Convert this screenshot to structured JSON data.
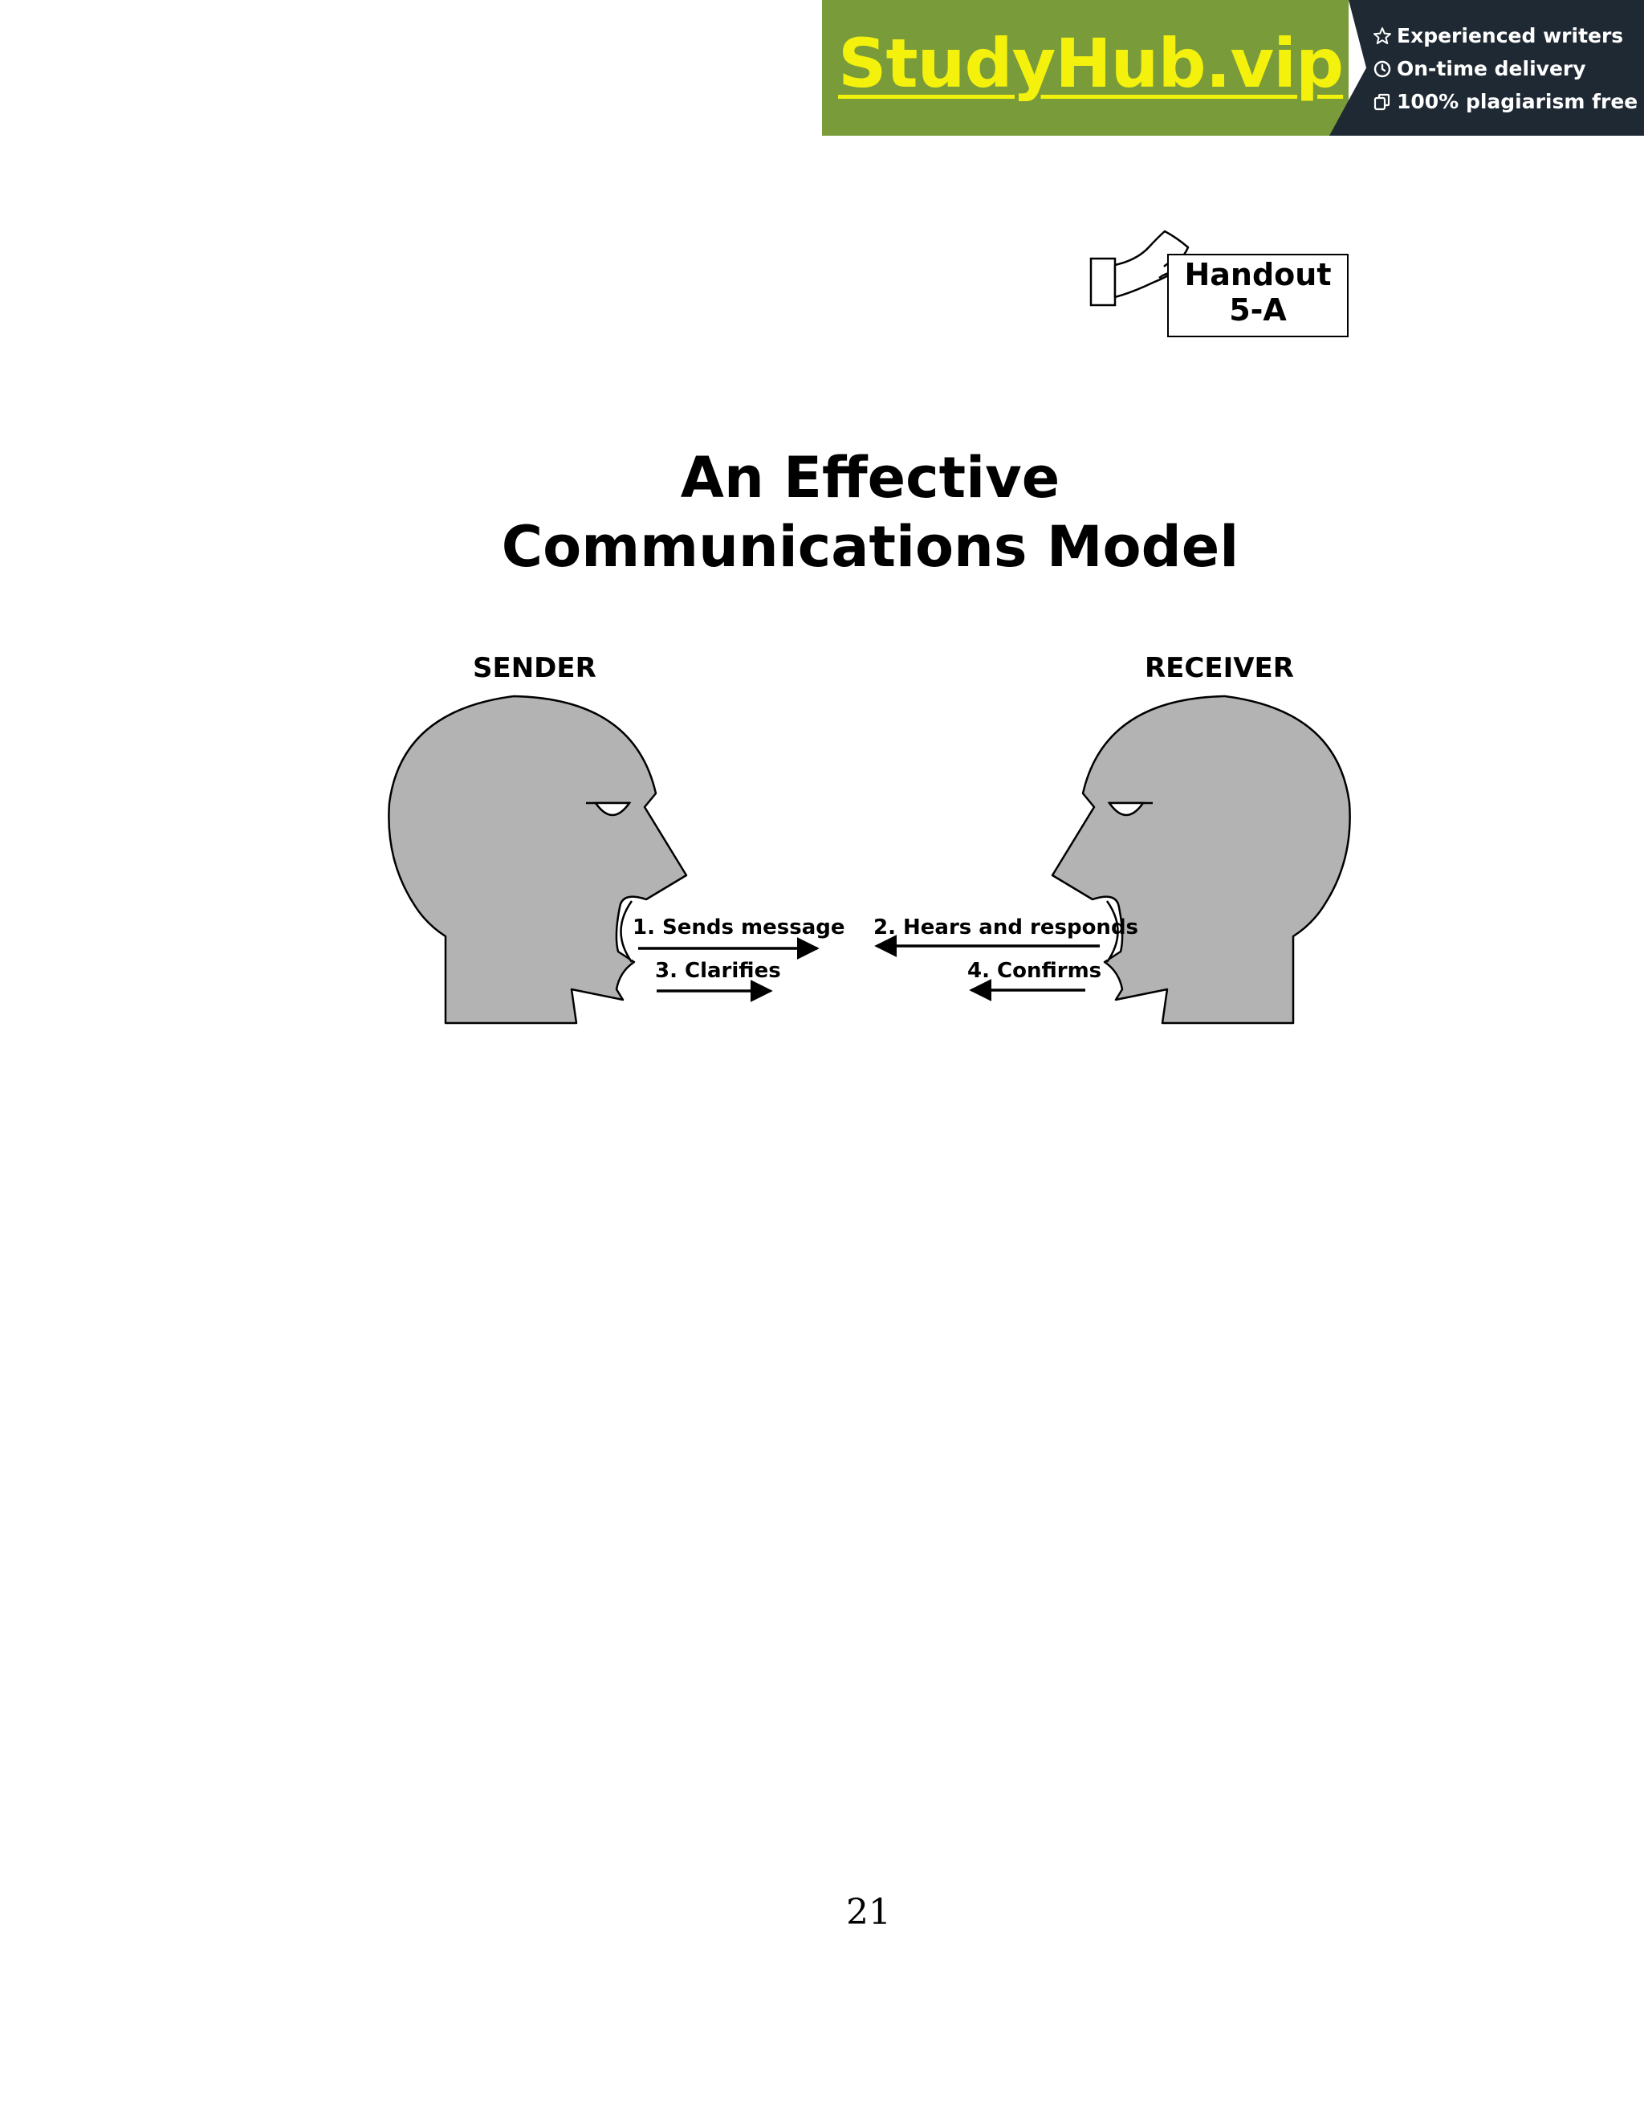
{
  "banner": {
    "brand": "StudyHub.vip",
    "perks": [
      {
        "icon": "star-icon",
        "label": "Experienced writers"
      },
      {
        "icon": "clock-icon",
        "label": "On-time delivery"
      },
      {
        "icon": "copy-icon",
        "label": "100% plagiarism free"
      }
    ],
    "colors": {
      "logo_bg": "#7a9b3a",
      "brand_text": "#f4f20c",
      "info_bg": "#1f2933"
    }
  },
  "handout": {
    "line1": "Handout",
    "line2": "5-A",
    "icon": "hand-holding-card-icon"
  },
  "title": {
    "line1": "An Effective",
    "line2": "Communications Model"
  },
  "diagram": {
    "sender_label": "SENDER",
    "receiver_label": "RECEIVER",
    "head_color": "#b3b3b3",
    "steps": [
      {
        "label": "1. Sends message",
        "direction": "right"
      },
      {
        "label": "2. Hears and responds",
        "direction": "left"
      },
      {
        "label": "3. Clarifies",
        "direction": "right"
      },
      {
        "label": "4. Confirms",
        "direction": "left"
      }
    ]
  },
  "page_number": "21"
}
